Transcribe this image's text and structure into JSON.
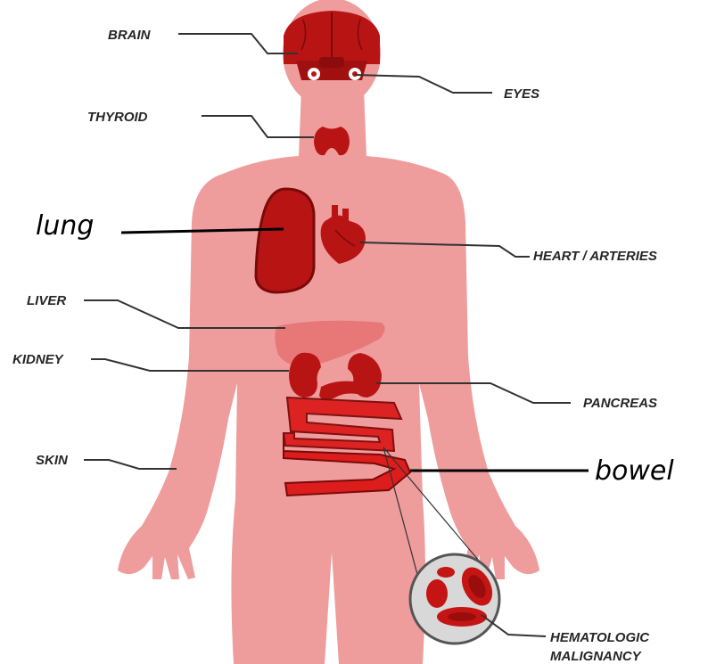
{
  "labels": {
    "brain": "BRAIN",
    "eyes": "EYES",
    "thyroid": "THYROID",
    "lung": "lung",
    "heart": "HEART / ARTERIES",
    "liver": "LIVER",
    "kidney": "KIDNEY",
    "pancreas": "PANCREAS",
    "skin": "SKIN",
    "bowel": "bowel",
    "heme_line1": "HEMATOLOGIC",
    "heme_line2": "MALIGNANCY"
  },
  "colors": {
    "body": "#ee9c9c",
    "organ": "#b81414",
    "organ_dark": "#7a0a0a",
    "liver": "#e87878",
    "bowel": "#dd1c1c",
    "leader": "#333333"
  }
}
